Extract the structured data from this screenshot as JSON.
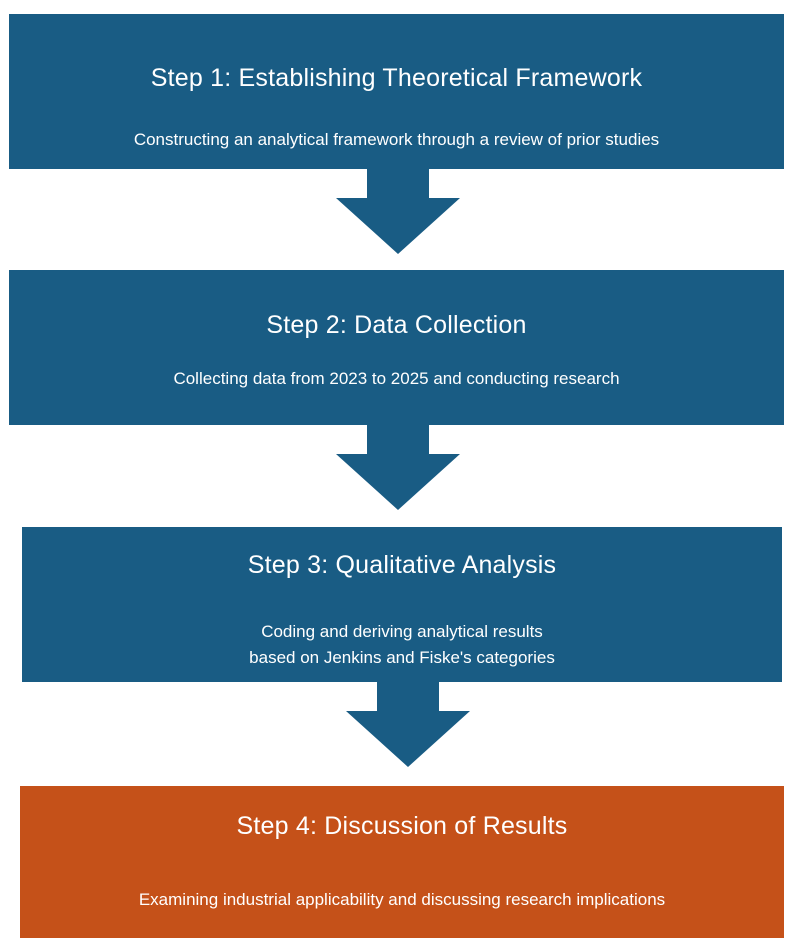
{
  "steps": [
    {
      "title": "Step 1: Establishing Theoretical Framework",
      "description": [
        "Constructing an analytical framework through a review of prior studies"
      ]
    },
    {
      "title": "Step 2: Data Collection",
      "description": [
        "Collecting data from 2023 to 2025 and conducting research"
      ]
    },
    {
      "title": "Step 3: Qualitative Analysis",
      "description": [
        "Coding and deriving analytical results",
        "based on Jenkins and Fiske's categories"
      ]
    },
    {
      "title": "Step 4: Discussion of Results",
      "description": [
        "Examining industrial applicability and discussing research implications"
      ]
    }
  ],
  "colors": {
    "step_box": "#195c84",
    "final_box": "#c55119",
    "arrow": "#195c84",
    "text": "#ffffff"
  }
}
